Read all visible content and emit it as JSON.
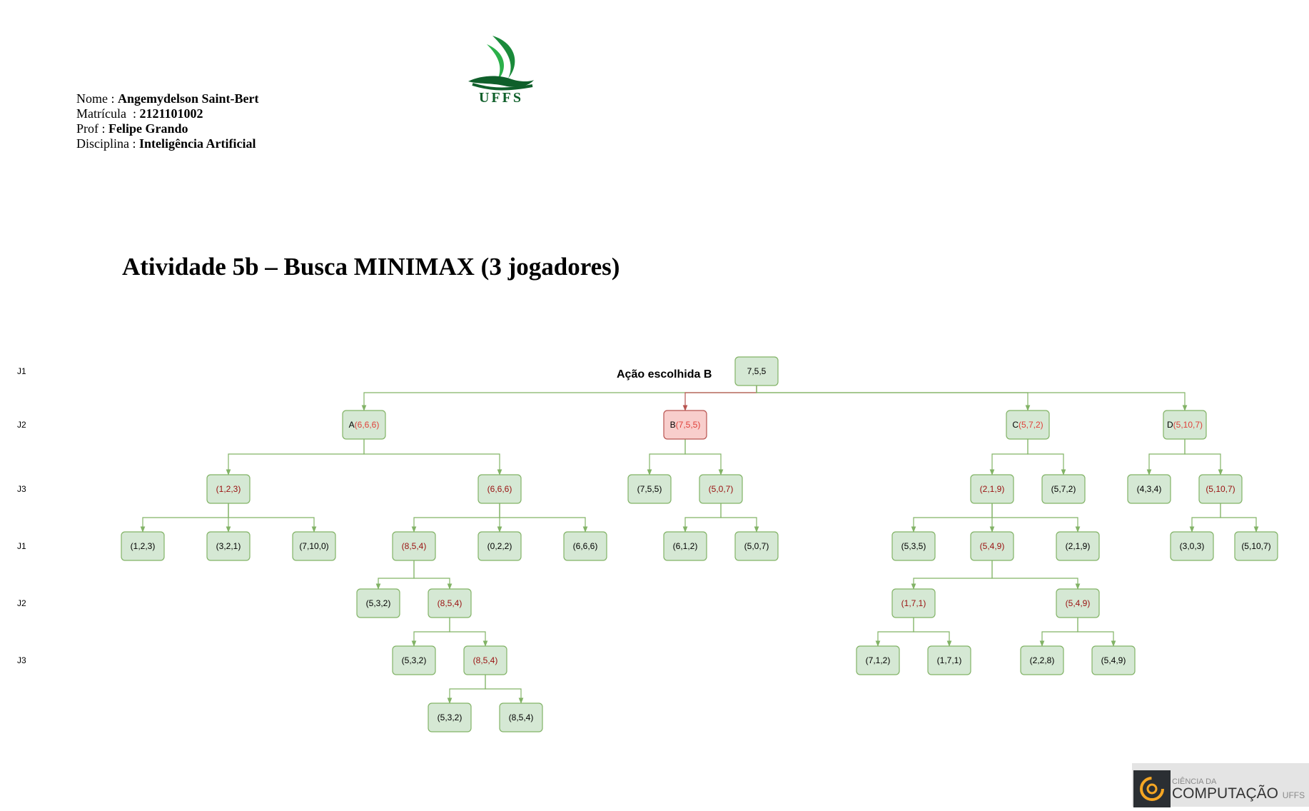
{
  "header": {
    "nome_label": "Nome",
    "nome_value": "Angemydelson Saint-Bert",
    "matricula_label": "Matrícula",
    "matricula_value": "2121101002",
    "prof_label": "Prof",
    "prof_value": "Felipe Grando",
    "disciplina_label": "Disciplina",
    "disciplina_value": "Inteligência Artificial"
  },
  "logo": {
    "text": "UFFS",
    "colors": [
      "#1a8a3a",
      "#0f5f2a",
      "#2bb04a"
    ]
  },
  "title": "Atividade 5b – Busca MINIMAX (3 jogadores)",
  "chosen_action": "Ação escolhida B",
  "levels": [
    "J1",
    "J2",
    "J3",
    "J1",
    "J2",
    "J3"
  ],
  "colors": {
    "node_fill": "#d5e8d4",
    "node_stroke": "#82b366",
    "selected_fill": "#f8cecc",
    "selected_stroke": "#b85450",
    "value_red": "#e0403a",
    "value_dark": "#9a1010",
    "edge_selected": "#b85450"
  },
  "tree": [
    {
      "id": "R",
      "level": 0,
      "value": "7,5,5"
    },
    {
      "id": "A",
      "parent": "R",
      "level": 1,
      "prefix": "A",
      "value": "(6,6,6)",
      "value_style": "red"
    },
    {
      "id": "B",
      "parent": "R",
      "level": 1,
      "prefix": "B",
      "value": "(7,5,5)",
      "value_style": "red",
      "selected": true
    },
    {
      "id": "C",
      "parent": "R",
      "level": 1,
      "prefix": "C",
      "value": "(5,7,2)",
      "value_style": "red"
    },
    {
      "id": "D",
      "parent": "R",
      "level": 1,
      "prefix": "D",
      "value": "(5,10,7)",
      "value_style": "red"
    },
    {
      "id": "A1",
      "parent": "A",
      "level": 2,
      "value": "(1,2,3)",
      "value_style": "dark"
    },
    {
      "id": "A2",
      "parent": "A",
      "level": 2,
      "value": "(6,6,6)",
      "value_style": "dark"
    },
    {
      "id": "B1",
      "parent": "B",
      "level": 2,
      "value": "(7,5,5)"
    },
    {
      "id": "B2",
      "parent": "B",
      "level": 2,
      "value": "(5,0,7)",
      "value_style": "dark"
    },
    {
      "id": "C1",
      "parent": "C",
      "level": 2,
      "value": "(2,1,9)",
      "value_style": "dark"
    },
    {
      "id": "C2",
      "parent": "C",
      "level": 2,
      "value": "(5,7,2)"
    },
    {
      "id": "D1",
      "parent": "D",
      "level": 2,
      "value": "(4,3,4)"
    },
    {
      "id": "D2",
      "parent": "D",
      "level": 2,
      "value": "(5,10,7)",
      "value_style": "dark"
    },
    {
      "id": "A1a",
      "parent": "A1",
      "level": 3,
      "value": "(1,2,3)"
    },
    {
      "id": "A1b",
      "parent": "A1",
      "level": 3,
      "value": "(3,2,1)"
    },
    {
      "id": "A1c",
      "parent": "A1",
      "level": 3,
      "value": "(7,10,0)"
    },
    {
      "id": "A2a",
      "parent": "A2",
      "level": 3,
      "value": "(8,5,4)",
      "value_style": "dark"
    },
    {
      "id": "A2b",
      "parent": "A2",
      "level": 3,
      "value": "(0,2,2)"
    },
    {
      "id": "A2c",
      "parent": "A2",
      "level": 3,
      "value": "(6,6,6)"
    },
    {
      "id": "B2a",
      "parent": "B2",
      "level": 3,
      "value": "(6,1,2)"
    },
    {
      "id": "B2b",
      "parent": "B2",
      "level": 3,
      "value": "(5,0,7)"
    },
    {
      "id": "C1a",
      "parent": "C1",
      "level": 3,
      "value": "(5,3,5)"
    },
    {
      "id": "C1b",
      "parent": "C1",
      "level": 3,
      "value": "(5,4,9)",
      "value_style": "dark"
    },
    {
      "id": "C1c",
      "parent": "C1",
      "level": 3,
      "value": "(2,1,9)"
    },
    {
      "id": "D2a",
      "parent": "D2",
      "level": 3,
      "value": "(3,0,3)"
    },
    {
      "id": "D2b",
      "parent": "D2",
      "level": 3,
      "value": "(5,10,7)"
    },
    {
      "id": "A2a1",
      "parent": "A2a",
      "level": 4,
      "value": "(5,3,2)"
    },
    {
      "id": "A2a2",
      "parent": "A2a",
      "level": 4,
      "value": "(8,5,4)",
      "value_style": "dark"
    },
    {
      "id": "C1b1",
      "parent": "C1b",
      "level": 4,
      "value": "(1,7,1)",
      "value_style": "dark"
    },
    {
      "id": "C1b2",
      "parent": "C1b",
      "level": 4,
      "value": "(5,4,9)",
      "value_style": "dark"
    },
    {
      "id": "A2a2a",
      "parent": "A2a2",
      "level": 5,
      "value": "(5,3,2)"
    },
    {
      "id": "A2a2b",
      "parent": "A2a2",
      "level": 5,
      "value": "(8,5,4)",
      "value_style": "dark"
    },
    {
      "id": "C1b1a",
      "parent": "C1b1",
      "level": 5,
      "value": "(7,1,2)"
    },
    {
      "id": "C1b1b",
      "parent": "C1b1",
      "level": 5,
      "value": "(1,7,1)"
    },
    {
      "id": "C1b2a",
      "parent": "C1b2",
      "level": 5,
      "value": "(2,2,8)"
    },
    {
      "id": "C1b2b",
      "parent": "C1b2",
      "level": 5,
      "value": "(5,4,9)"
    },
    {
      "id": "A2a2b1",
      "parent": "A2a2b",
      "level": 6,
      "value": "(5,3,2)"
    },
    {
      "id": "A2a2b2",
      "parent": "A2a2b",
      "level": 6,
      "value": "(8,5,4)"
    }
  ],
  "badge": {
    "line1": "CIÊNCIA DA",
    "line2": "COMPUTAÇÃO",
    "line2_suffix": "UFFS",
    "accent": "#f5a623"
  }
}
